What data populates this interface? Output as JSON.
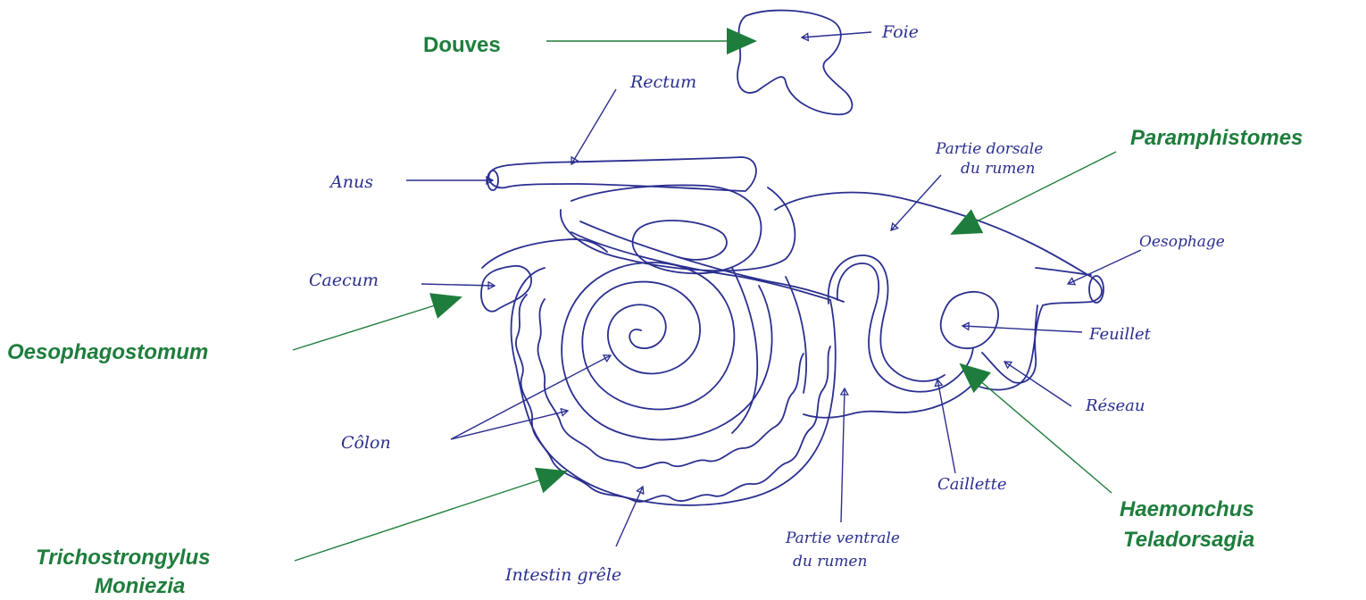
{
  "colors": {
    "ink": "#2b2f8f",
    "parasite": "#1e7d3c",
    "background": "#ffffff"
  },
  "organ_labels": {
    "foie": "Foie",
    "rectum": "Rectum",
    "anus": "Anus",
    "caecum": "Caecum",
    "colon": "Côlon",
    "intestin_grele": "Intestin grêle",
    "partie_dorsale_l1": "Partie dorsale",
    "partie_dorsale_l2": "du rumen",
    "partie_ventrale_l1": "Partie ventrale",
    "partie_ventrale_l2": "du rumen",
    "oesophage": "Oesophage",
    "feuillet": "Feuillet",
    "reseau": "Réseau",
    "caillette": "Caillette"
  },
  "parasite_labels": {
    "douves": "Douves",
    "paramphistomes": "Paramphistomes",
    "oesophagostomum": "Oesophagostomum",
    "haemonchus": "Haemonchus",
    "teladorsagia": "Teladorsagia",
    "trichostrongylus": "Trichostrongylus",
    "moniezia": "Moniezia"
  }
}
